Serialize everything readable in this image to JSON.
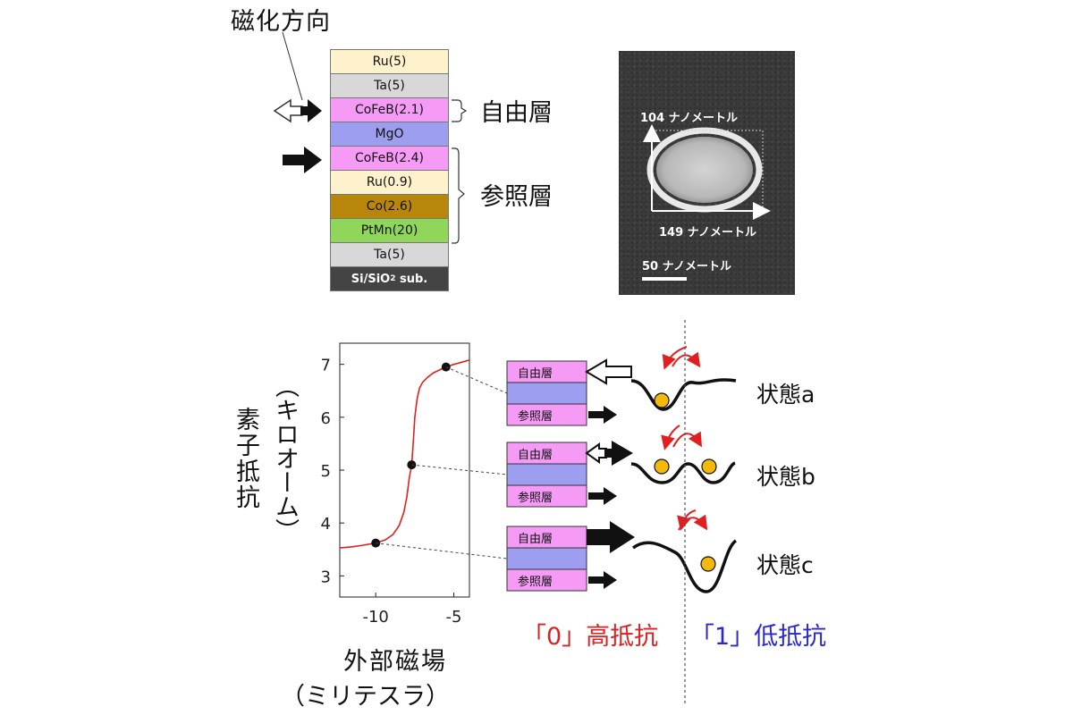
{
  "stack": {
    "title": "磁化方向",
    "layers": [
      {
        "label": "Ru(5)",
        "color": "#fdf2cc"
      },
      {
        "label": "Ta(5)",
        "color": "#d8d8d8"
      },
      {
        "label": "CoFeB(2.1)",
        "color": "#f59af5"
      },
      {
        "label": "MgO",
        "color": "#9e9ef0"
      },
      {
        "label": "CoFeB(2.4)",
        "color": "#f59af5"
      },
      {
        "label": "Ru(0.9)",
        "color": "#fdf2cc"
      },
      {
        "label": "Co(2.6)",
        "color": "#b8860b"
      },
      {
        "label": "PtMn(20)",
        "color": "#8fd65a"
      },
      {
        "label": "Ta(5)",
        "color": "#d8d8d8"
      },
      {
        "label": "Si/SiO",
        "color": "#444444"
      }
    ],
    "substrate_sub": "2",
    "substrate_suffix": " sub.",
    "free_layer_label": "自由層",
    "reference_layer_label": "参照層"
  },
  "micrograph": {
    "height_label": "104 ナノメートル",
    "width_label": "149 ナノメートル",
    "scale_label": "50 ナノメートル"
  },
  "chart_data": {
    "type": "line",
    "ylabel_main": "素子抵抗",
    "ylabel_unit": "（キロオーム）",
    "xlabel_main": "外部磁場",
    "xlabel_unit": "（ミリテスラ）",
    "xlim": [
      -12.3,
      -4.0
    ],
    "ylim": [
      2.6,
      7.4
    ],
    "xticks": [
      -10,
      -5
    ],
    "yticks": [
      3,
      4,
      5,
      6,
      7
    ],
    "curve": {
      "x": [
        -12.3,
        -11.5,
        -10.8,
        -10.0,
        -9.4,
        -8.9,
        -8.5,
        -8.2,
        -8.0,
        -7.85,
        -7.7,
        -7.6,
        -7.5,
        -7.35,
        -7.2,
        -7.0,
        -6.7,
        -6.3,
        -5.8,
        -5.5,
        -5.0,
        -4.5,
        -4.0
      ],
      "y": [
        3.53,
        3.55,
        3.58,
        3.62,
        3.68,
        3.78,
        3.95,
        4.2,
        4.5,
        4.85,
        5.1,
        5.5,
        6.0,
        6.35,
        6.55,
        6.66,
        6.75,
        6.84,
        6.91,
        6.95,
        7.0,
        7.04,
        7.08
      ],
      "color": "#e02020"
    },
    "points": [
      {
        "x": -10.0,
        "y": 3.62
      },
      {
        "x": -7.7,
        "y": 5.1
      },
      {
        "x": -5.5,
        "y": 6.95
      }
    ]
  },
  "states": [
    {
      "label": "状態a",
      "free": "自由層",
      "ref": "参照層"
    },
    {
      "label": "状態b",
      "free": "自由層",
      "ref": "参照層"
    },
    {
      "label": "状態c",
      "free": "自由層",
      "ref": "参照層"
    }
  ],
  "bits": {
    "zero_label": "「0」高抵抗",
    "zero_color": "#e02020",
    "one_label": "「1」低抵抗",
    "one_color": "#2828d0"
  }
}
